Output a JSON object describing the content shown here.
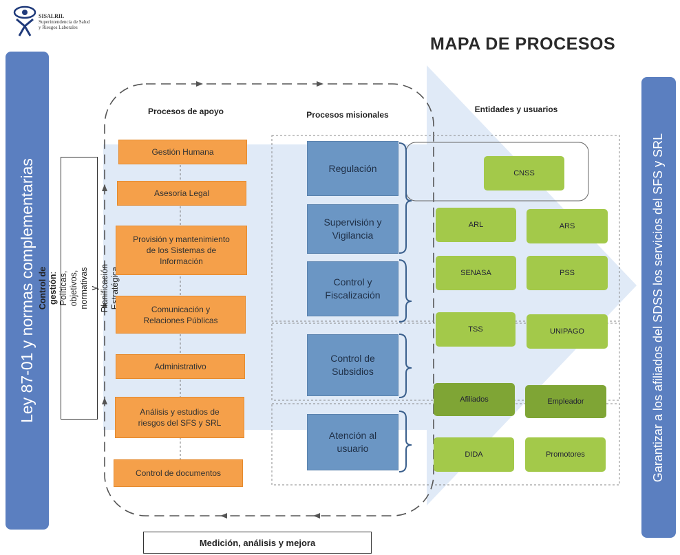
{
  "header": {
    "logo_name": "SISALRIL",
    "logo_line1": "Superintendencia de Salud",
    "logo_line2": "y Riesgos Laborales",
    "title": "MAPA DE PROCESOS"
  },
  "left_banner": "Ley 87-01 y normas complementarias",
  "right_banner": "Garantizar a los afiliados del SDSS los servicios del SFS y SRL",
  "control_box": {
    "bold": "Control de gestión",
    "rest": ": Políticas, objetivos, normativas y Planificación Estratégica"
  },
  "columns": {
    "apoyo": "Procesos de apoyo",
    "misionales": "Procesos misionales",
    "entidades": "Entidades y usuarios"
  },
  "apoyo": [
    "Gestión Humana",
    "Asesoría Legal",
    "Provisión y mantenimiento de los Sistemas de Información",
    "Comunicación y Relaciones Públicas",
    "Administrativo",
    "Análisis y estudios de riesgos del SFS y SRL",
    "Control de documentos"
  ],
  "misionales": [
    "Regulación",
    "Supervisión y Vigilancia",
    "Control y Fiscalización",
    "Control de Subsidios",
    "Atención al usuario"
  ],
  "entidades": [
    "CNSS",
    "ARL",
    "ARS",
    "SENASA",
    "PSS",
    "TSS",
    "UNIPAGO",
    "Afiliados",
    "Empleador",
    "DIDA",
    "Promotores"
  ],
  "footer": "Medición, análisis y mejora",
  "colors": {
    "banner": "#5b7fc0",
    "apoyo": "#f5a04a",
    "misional": "#6b96c4",
    "entidad": "#a3c94a",
    "entidad_dark": "#7fa535",
    "arrow": "#d6e3f5"
  }
}
